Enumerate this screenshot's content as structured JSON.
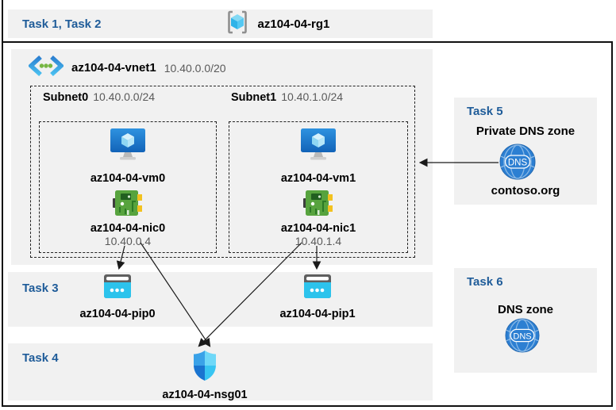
{
  "colors": {
    "task_label_blue": "#1F5C99",
    "panel_gray": "#f1f1f1",
    "secondary_text_gray": "#595959",
    "arrow_black": "#1a1a1a",
    "dns_blue": "#2c7fd2",
    "public_ip_cyan": "#2cc3ec",
    "nic_green": "#57a33e"
  },
  "tasks12": {
    "label": "Task 1, Task 2",
    "rg_icon": "resource-group-icon",
    "rg_name": "az104-04-rg1"
  },
  "vnet": {
    "icon": "virtual-network-icon",
    "name": "az104-04-vnet1",
    "cidr": "10.40.0.0/20",
    "subnets": [
      {
        "name": "Subnet0",
        "cidr": "10.40.0.0/24",
        "vm": "az104-04-vm0",
        "nic": "az104-04-nic0",
        "ip": "10.40.0.4",
        "vm_icon": "virtual-machine-icon",
        "nic_icon": "network-interface-icon"
      },
      {
        "name": "Subnet1",
        "cidr": "10.40.1.0/24",
        "vm": "az104-04-vm1",
        "nic": "az104-04-nic1",
        "ip": "10.40.1.4",
        "vm_icon": "virtual-machine-icon",
        "nic_icon": "network-interface-icon"
      }
    ]
  },
  "task3": {
    "label": "Task 3",
    "pip_icon": "public-ip-icon",
    "pip0": "az104-04-pip0",
    "pip1": "az104-04-pip1"
  },
  "task4": {
    "label": "Task 4",
    "nsg_icon": "network-security-group-shield-icon",
    "nsg": "az104-04-nsg01"
  },
  "task5": {
    "label": "Task 5",
    "title": "Private DNS zone",
    "icon": "dns-globe-icon",
    "zone": "contoso.org"
  },
  "task6": {
    "label": "Task 6",
    "title": "DNS zone",
    "icon": "dns-globe-icon"
  },
  "arrows": [
    "nic0-to-pip0",
    "nic0-to-nsg",
    "nic1-to-nsg",
    "nic1-to-pip1",
    "private-dns-to-vnet"
  ]
}
